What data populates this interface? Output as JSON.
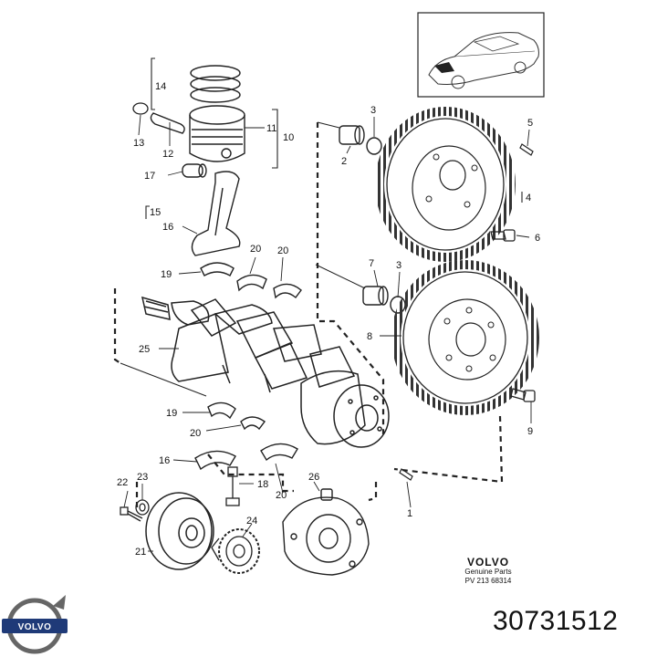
{
  "brand": {
    "name": "VOLVO",
    "subtitle": "Genuine Parts",
    "pv_code": "PV 213 68314"
  },
  "logo": {
    "text": "VOLVO"
  },
  "part_number": "30731512",
  "callouts": {
    "c1": "1",
    "c2": "2",
    "c3a": "3",
    "c3b": "3",
    "c4": "4",
    "c5": "5",
    "c6": "6",
    "c7": "7",
    "c8": "8",
    "c9": "9",
    "c10": "10",
    "c11": "11",
    "c12": "12",
    "c13": "13",
    "c14": "14",
    "c15": "15",
    "c16a": "16",
    "c16b": "16",
    "c17": "17",
    "c18": "18",
    "c19a": "19",
    "c19b": "19",
    "c20a": "20",
    "c20b": "20",
    "c20c": "20",
    "c20d": "20",
    "c21": "21",
    "c22": "22",
    "c23": "23",
    "c24": "24",
    "c25": "25",
    "c26": "26"
  },
  "colors": {
    "line": "#222222",
    "logo_bg": "#1f3a78"
  }
}
